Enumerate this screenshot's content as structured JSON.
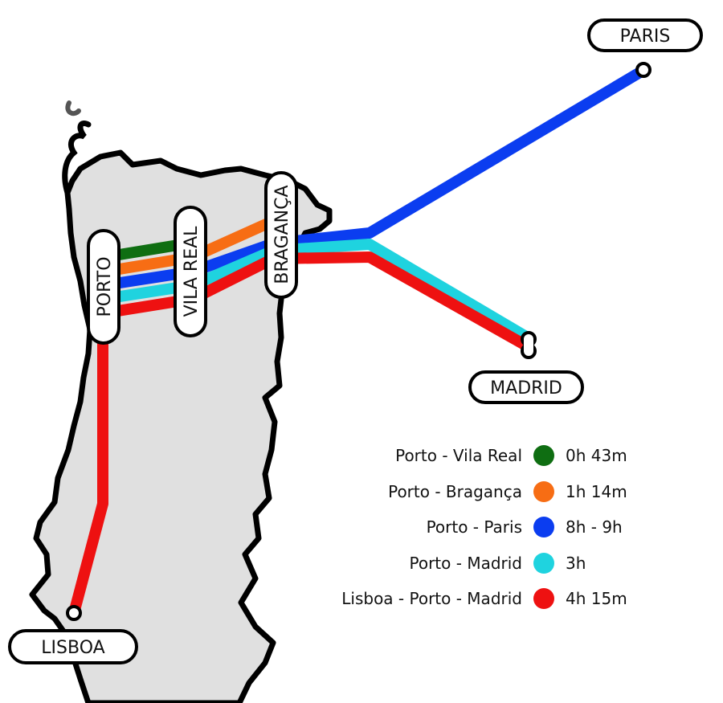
{
  "colors": {
    "land": "#e0e0e0",
    "coast": "#000000",
    "green": "#0f6e12",
    "orange": "#f76d14",
    "blue": "#0b3df0",
    "cyan": "#1fd3df",
    "red": "#ee1111"
  },
  "cities": {
    "paris": "PARIS",
    "madrid": "MADRID",
    "lisboa": "LISBOA",
    "porto": "PORTO",
    "vila_real": "VILA REAL",
    "braganca": "BRAGANÇA"
  },
  "legend": [
    {
      "route": "Porto - Vila Real",
      "time": "0h 43m",
      "color": "#0f6e12"
    },
    {
      "route": "Porto - Bragança",
      "time": "1h 14m",
      "color": "#f76d14"
    },
    {
      "route": "Porto - Paris",
      "time": "8h - 9h",
      "color": "#0b3df0"
    },
    {
      "route": "Porto - Madrid",
      "time": "3h",
      "color": "#1fd3df"
    },
    {
      "route": "Lisboa - Porto - Madrid",
      "time": "4h 15m",
      "color": "#ee1111"
    }
  ]
}
